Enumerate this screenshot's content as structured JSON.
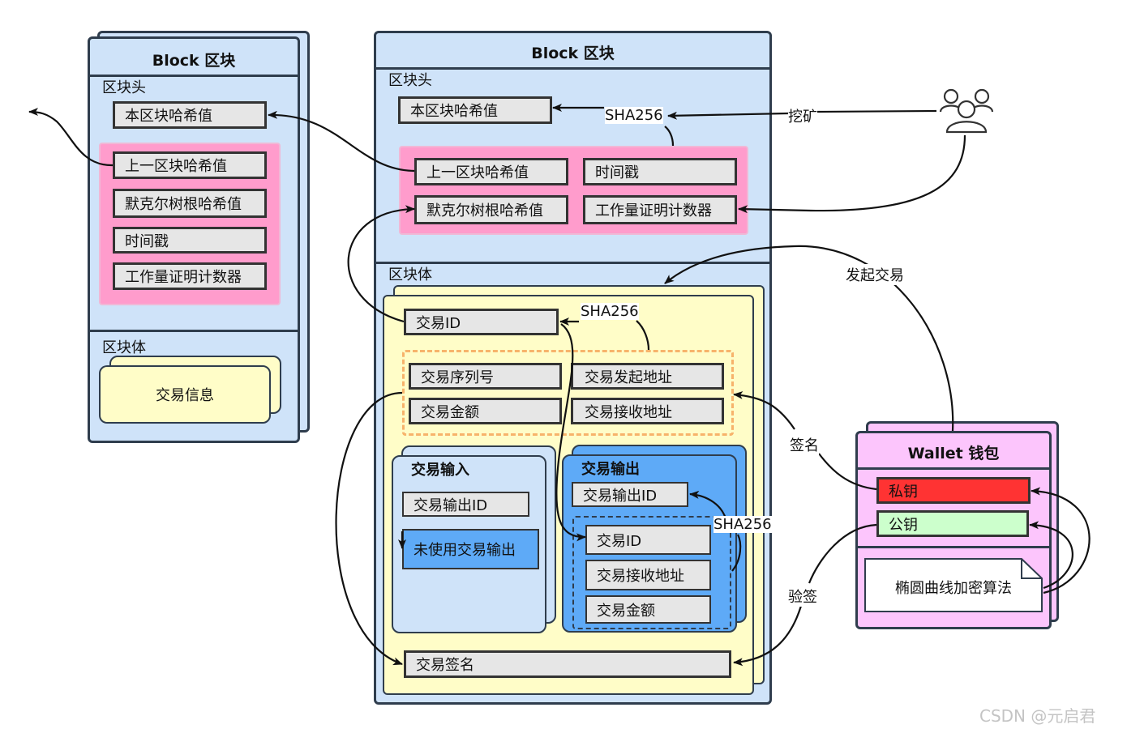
{
  "left_block": {
    "title": "Block  区块",
    "header_label": "区块头",
    "current_hash": "本区块哈希值",
    "prev_hash": "上一区块哈希值",
    "merkle_root": "默克尔树根哈希值",
    "timestamp": "时间戳",
    "pow_counter": "工作量证明计数器",
    "body_label": "区块体",
    "tx_info": "交易信息"
  },
  "main_block": {
    "title": "Block  区块",
    "header_label": "区块头",
    "current_hash": "本区块哈希值",
    "prev_hash": "上一区块哈希值",
    "timestamp": "时间戳",
    "merkle_root": "默克尔树根哈希值",
    "pow_counter": "工作量证明计数器",
    "body_label": "区块体",
    "tx_id": "交易ID",
    "tx_seq": "交易序列号",
    "tx_from": "交易发起地址",
    "tx_amount": "交易金额",
    "tx_to": "交易接收地址",
    "input_title": "交易输入",
    "input_output_id": "交易输出ID",
    "input_utxo": "未使用交易输出",
    "output_title": "交易输出",
    "output_id": "交易输出ID",
    "output_tx_id": "交易ID",
    "output_to": "交易接收地址",
    "output_amount": "交易金额",
    "tx_signature": "交易签名"
  },
  "wallet": {
    "title": "Wallet  钱包",
    "private_key": "私钥",
    "public_key": "公钥",
    "algorithm": "椭圆曲线加密算法"
  },
  "edge_labels": {
    "sha_header": "SHA256",
    "mining": "挖矿",
    "sha_tx": "SHA256",
    "sha_output": "SHA256",
    "initiate_tx": "发起交易",
    "sign": "签名",
    "verify": "验签"
  },
  "watermark": "CSDN @元启君",
  "icons": {
    "users": "users-icon"
  },
  "colors": {
    "block_bg": "#cfe3f9",
    "pink": "#ff9ccc",
    "yellow": "#fffdc8",
    "wallet": "#fcc5fc",
    "private_key": "#ff3333",
    "public_key": "#ccffcc",
    "output_blue": "#5eaaf7"
  }
}
